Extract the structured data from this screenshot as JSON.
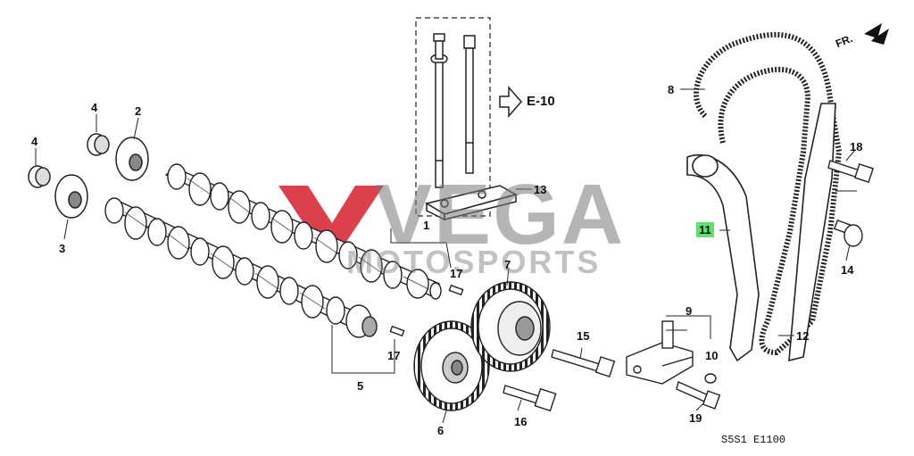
{
  "watermark": {
    "brand": "VEGA",
    "sub": "MOTOSPORTS",
    "color": "#d4202a"
  },
  "reference": {
    "section": "E-10",
    "front": "FR."
  },
  "diagram_code": "S5S1  E1100",
  "callouts": {
    "n1": "1",
    "n2": "2",
    "n3": "3",
    "n4a": "4",
    "n4b": "4",
    "n5": "5",
    "n6": "6",
    "n7": "7",
    "n8": "8",
    "n9": "9",
    "n10": "10",
    "n11": "11",
    "n12": "12",
    "n13": "13",
    "n14": "14",
    "n15": "15",
    "n16": "16",
    "n17a": "17",
    "n17b": "17",
    "n18": "18",
    "n19": "19"
  },
  "highlight_color": "#5ee06a"
}
